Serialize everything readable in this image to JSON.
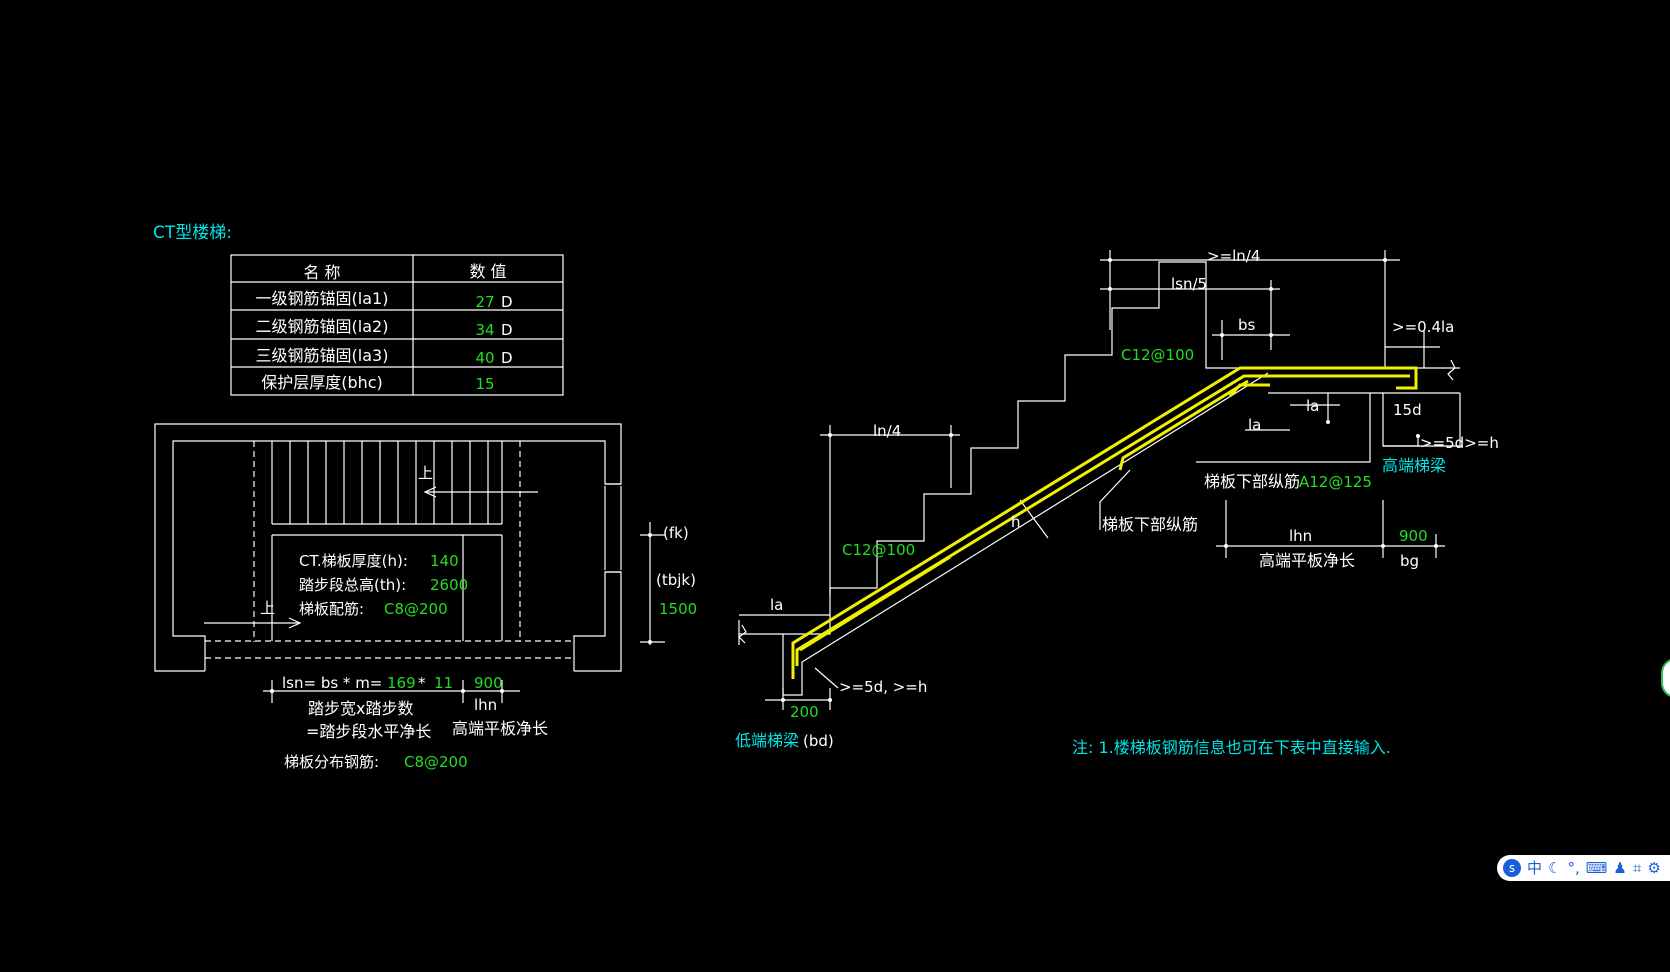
{
  "title": "CT型楼梯:",
  "table": {
    "headers": [
      "名  称",
      "数  值"
    ],
    "rows": [
      {
        "name": "一级钢筋锚固(la1)",
        "value": "27",
        "unit": "D"
      },
      {
        "name": "二级钢筋锚固(la2)",
        "value": "34",
        "unit": "D"
      },
      {
        "name": "三级钢筋锚固(la3)",
        "value": "40",
        "unit": "D"
      },
      {
        "name": "保护层厚度(bhc)",
        "value": "15",
        "unit": ""
      }
    ]
  },
  "plan": {
    "up1": "上",
    "up2": "上",
    "thickness_label": "CT.梯板厚度(h):",
    "thickness_value": "140",
    "height_label": "踏步段总高(th):",
    "height_value": "2600",
    "rebar_label": "梯板配筋:",
    "rebar_value": "C8@200",
    "fk": "(fk)",
    "tbjk": "(tbjk)",
    "tbjk_value": "1500",
    "lsn_prefix": "lsn= bs * m=",
    "bs_value": "169",
    "star": "*",
    "m_value": "11",
    "lhn_value": "900",
    "lhn": "lhn",
    "step_desc1": "踏步宽x踏步数",
    "step_desc2": "=踏步段水平净长",
    "high_flat": "高端平板净长",
    "dist_label": "梯板分布钢筋:",
    "dist_value": "C8@200"
  },
  "section": {
    "ge_ln4_top": ">=ln/4",
    "lsn5": "lsn/5",
    "bs": "bs",
    "ge_04la": ">=0.4la",
    "c12_top": "C12@100",
    "la_a": "la",
    "la_b": "la",
    "d15": "15d",
    "ge5d_right": ">=5d>=h",
    "high_beam": "高端梯梁",
    "bottom_long": "梯板下部纵筋",
    "bottom_long_value": "A12@125",
    "bottom_long2": "梯板下部纵筋",
    "ln4": "ln/4",
    "h": "h",
    "c12_bottom": "C12@100",
    "lhn": "lhn",
    "lhn_value": "900",
    "bg": "bg",
    "high_flat": "高端平板净长",
    "la_left": "la",
    "ge5d_left": ">=5d, >=h",
    "bd_value": "200",
    "low_beam": "低端梯梁",
    "bd": "(bd)"
  },
  "note": "注: 1.楼梯板钢筋信息也可在下表中直接输入.",
  "ime": {
    "lang": "中",
    "icons": [
      "moon-icon",
      "dot-icon",
      "keyboard-icon",
      "user-icon",
      "crop-icon",
      "gear-icon"
    ]
  },
  "colors": {
    "cyan": "#00e5e5",
    "green": "#22dd22",
    "yellow": "#f0f000",
    "white": "#ffffff"
  }
}
